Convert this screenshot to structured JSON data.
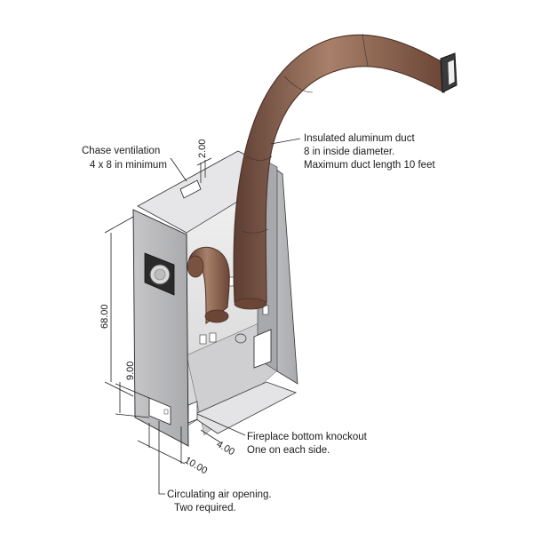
{
  "annotations": {
    "chase_ventilation": [
      "Chase ventilation",
      "4 x 8 in minimum"
    ],
    "duct": [
      "Insulated aluminum duct",
      "8 in inside diameter.",
      "Maximum duct length 10 feet"
    ],
    "knockout": [
      "Fireplace bottom knockout",
      "One on each side."
    ],
    "circulating": [
      "Circulating air opening.",
      "Two required."
    ]
  },
  "dimensions": {
    "vent_gap": "2.00",
    "height": "68.00",
    "opening_height": "9.00",
    "side_offset": "4.00",
    "front_width": "10.00"
  },
  "colors": {
    "panel_front": "#b9b9bb",
    "panel_side": "#9d9fa2",
    "panel_back": "#dcdcde",
    "duct": "#8a5d4b",
    "duct_light": "#a8806a",
    "duct_dark": "#5e3e33"
  }
}
